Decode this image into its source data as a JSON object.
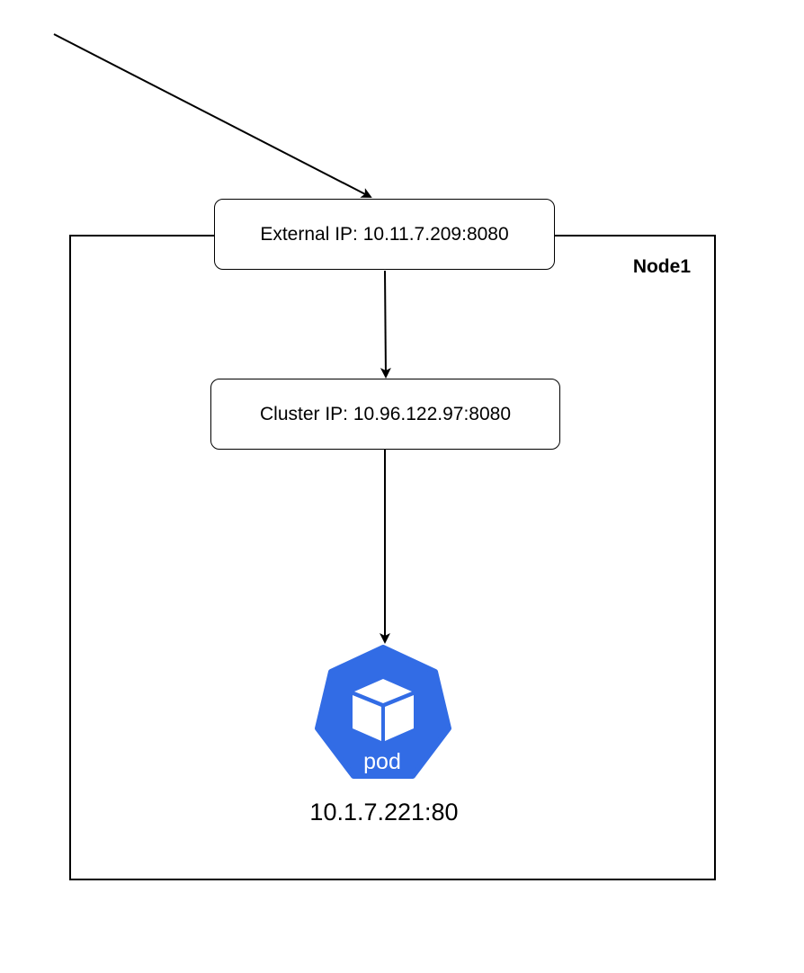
{
  "node": {
    "label": "Node1"
  },
  "external_ip": {
    "label": "External IP: 10.11.7.209:8080"
  },
  "cluster_ip": {
    "label": "Cluster IP: 10.96.122.97:8080"
  },
  "pod": {
    "icon_text": "pod",
    "address": "10.1.7.221:80",
    "icon": "kubernetes-pod-icon",
    "color": "#326ce5"
  },
  "colors": {
    "line": "#000000",
    "background": "#ffffff"
  }
}
